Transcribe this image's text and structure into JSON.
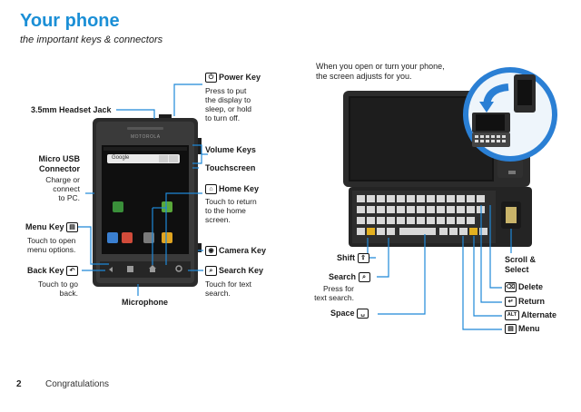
{
  "header": {
    "title": "Your phone",
    "subtitle": "the important keys & connectors"
  },
  "left_labels": {
    "power_key": "Power Key",
    "power_desc": [
      "Press to put",
      "the display to",
      "sleep, or hold",
      "to turn off."
    ],
    "headset_jack": "3.5mm Headset Jack",
    "volume_keys": "Volume Keys",
    "touchscreen": "Touchscreen",
    "usb_title": [
      "Micro USB",
      "Connector"
    ],
    "usb_desc": [
      "Charge or",
      "connect",
      "to PC."
    ],
    "home_key": "Home Key",
    "home_desc": [
      "Touch to return",
      "to the home",
      "screen."
    ],
    "menu_key": "Menu Key",
    "menu_desc": [
      "Touch to open",
      "menu options."
    ],
    "camera_key": "Camera Key",
    "back_key": "Back Key",
    "back_desc": [
      "Touch to go",
      "back."
    ],
    "search_key": "Search Key",
    "search_desc": [
      "Touch for text",
      "search."
    ],
    "microphone": "Microphone",
    "screen_search": "Google",
    "brand": "MOTOROLA"
  },
  "right_labels": {
    "intro": [
      "When you open or turn your phone,",
      "the screen adjusts for you."
    ],
    "shift": "Shift",
    "search": "Search",
    "search_desc": [
      "Press for",
      "text search."
    ],
    "space": "Space",
    "scroll": [
      "Scroll &",
      "Select"
    ],
    "delete": "Delete",
    "return": "Return",
    "alternate": "Alternate",
    "alt_icon": "ALT",
    "menu": "Menu"
  },
  "footer": {
    "page": "2",
    "section": "Congratulations"
  },
  "colors": {
    "accent": "#1b8fd6",
    "leader": "#1e88d8",
    "phone_body": "#2b2b2b"
  }
}
